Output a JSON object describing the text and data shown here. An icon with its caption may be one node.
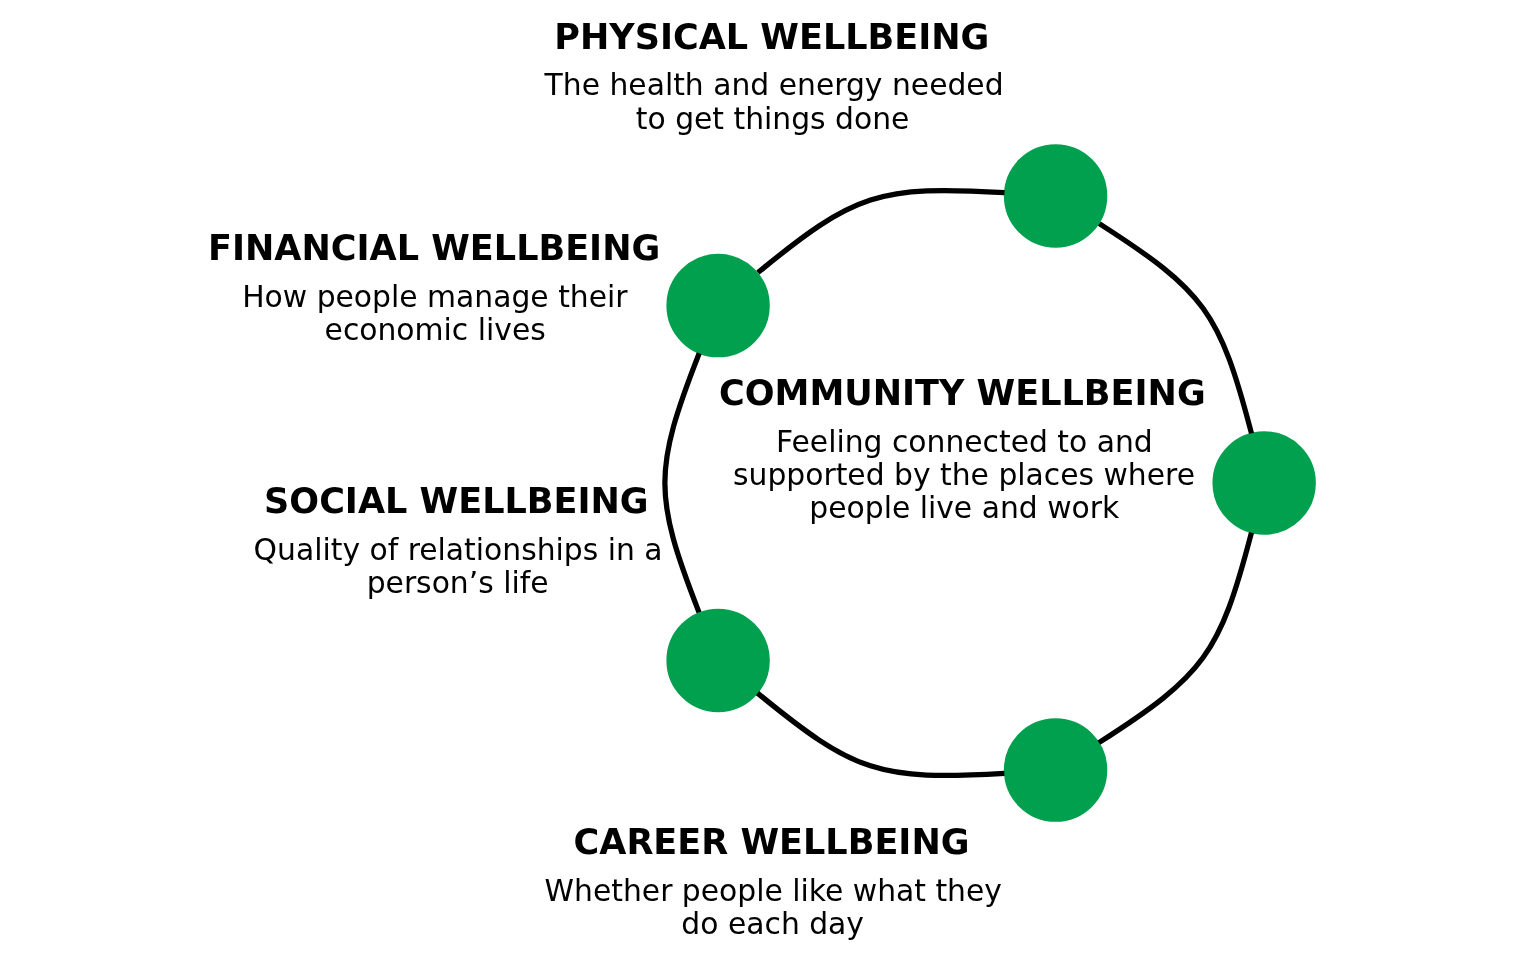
{
  "diagram": {
    "nodes": [
      {
        "text": [],
        "shape": "circle",
        "beside": [
          "CAREER WELLBEING",
          "Whether people like what they do each day"
        ]
      },
      {
        "text": [],
        "shape": "circle",
        "beside": [
          "COMMUNITY WELLBEING",
          "Feeling connected to and supported by the places where people live and work"
        ]
      },
      {
        "text": [],
        "shape": "circle",
        "beside": [
          "SOCIAL WELLBEING",
          "Quality of relationships in a person’s life"
        ]
      },
      {
        "text": [],
        "shape": "circle",
        "beside": [
          "PHYSICAL WELLBEING",
          "The health and energy needed to get things done"
        ]
      },
      {
        "text": [],
        "shape": "circle",
        "beside": [
          "FINANCIAL WELLBEING",
          "How people manage their economic lives"
        ]
      }
    ],
    "edges": [
      {
        "from": 0,
        "to": 2,
        "arrow": "none"
      },
      {
        "from": 2,
        "to": 4,
        "arrow": "none"
      },
      {
        "from": 4,
        "to": 3,
        "arrow": "none"
      },
      {
        "from": 3,
        "to": 1,
        "arrow": "none"
      },
      {
        "from": 1,
        "to": 0,
        "arrow": "none"
      }
    ]
  }
}
